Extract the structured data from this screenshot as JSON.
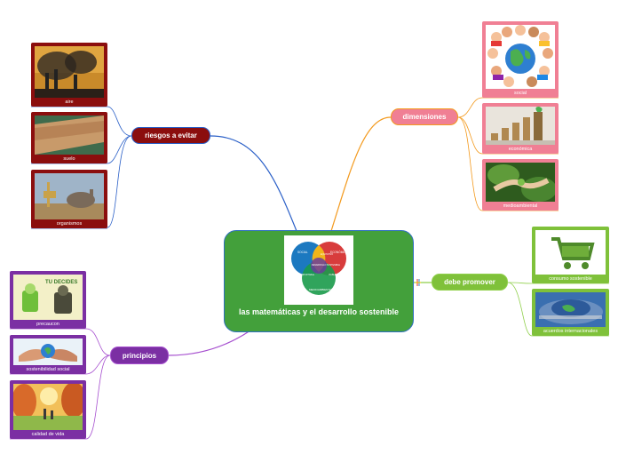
{
  "central": {
    "title": "las matemáticas y el desarrollo sostenible"
  },
  "venn": {
    "social": "SOCIAL",
    "economic": "ECONÓMICO",
    "environmental": "MEDIOAMBIENTAL",
    "center": "DESARROLLO SOSTENIBLE",
    "fair": "EQUITATIVO",
    "bearable": "SOPORTABLE",
    "viable": "VIABLE"
  },
  "branches": {
    "riesgos": {
      "label": "riesgos a evitar",
      "color": "#8b0e0e",
      "line": "#2a5fc7",
      "items": [
        {
          "caption": "aire"
        },
        {
          "caption": "suelo"
        },
        {
          "caption": "organismos"
        }
      ]
    },
    "dimensiones": {
      "label": "dimensiones",
      "color": "#f07f94",
      "line": "#f39a1e",
      "items": [
        {
          "caption": "social"
        },
        {
          "caption": "económica"
        },
        {
          "caption": "medioambiental"
        }
      ]
    },
    "promover": {
      "label": "debe promover",
      "color": "#7fc13a",
      "line": "#8fcf4a",
      "items": [
        {
          "caption": "consumo sostenible"
        },
        {
          "caption": "acuerdos internacionales"
        }
      ]
    },
    "principios": {
      "label": "principios",
      "color": "#7b2fa3",
      "line": "#a64fcf",
      "items": [
        {
          "caption": "precaucon",
          "image_text": "TU DECIDES"
        },
        {
          "caption": "sostenibilidad social"
        },
        {
          "caption": "calidad de vida"
        }
      ]
    }
  }
}
